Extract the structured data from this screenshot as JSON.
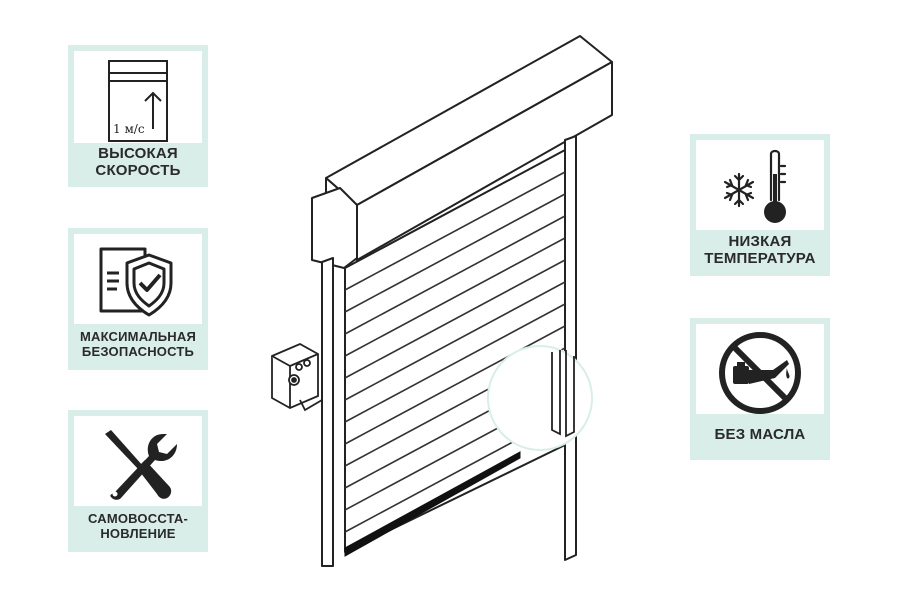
{
  "features": {
    "speed": {
      "line1": "ВЫСОКАЯ",
      "line2": "СКОРОСТЬ",
      "speed_label": "1 м/с",
      "icon": "door-up-arrow-icon"
    },
    "security": {
      "line1": "МАКСИМАЛЬНАЯ",
      "line2": "БЕЗОПАСНОСТЬ",
      "icon": "shield-check-icon"
    },
    "selfrepair": {
      "line1": "САМОВОССТА-",
      "line2": "НОВЛЕНИЕ",
      "icon": "wrench-screwdriver-icon"
    },
    "lowtemp": {
      "line1": "НИЗКАЯ",
      "line2": "ТЕМПЕРАТУРА",
      "icon": "snowflake-thermometer-icon"
    },
    "nooil": {
      "line1": "БЕЗ МАСЛА",
      "icon": "no-oil-can-icon"
    }
  },
  "colors": {
    "accent": "#d9eee8",
    "line": "#222222",
    "text": "#2a2a2a"
  }
}
